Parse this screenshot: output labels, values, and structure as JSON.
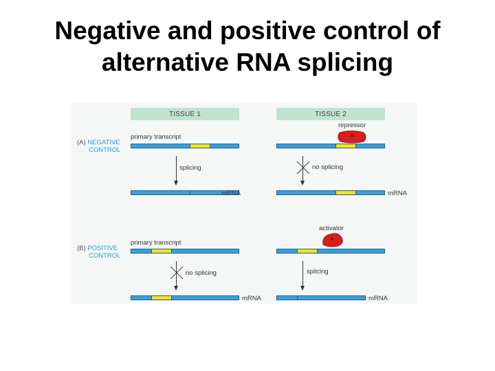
{
  "title": {
    "line1": "Negative and positive control of",
    "line2": "alternative RNA splicing"
  },
  "figure": {
    "tissue1": "TISSUE 1",
    "tissue2": "TISSUE 2",
    "panel_a": {
      "letter": "(A)",
      "word1": "NEGATIVE",
      "word2": "CONTROL"
    },
    "panel_b": {
      "letter": "(B)",
      "word1": "POSITIVE",
      "word2": "CONTROL"
    },
    "primary_transcript": "primary transcript",
    "splicing": "splicing",
    "no_splicing": "no splicing",
    "mrna": "mRNA",
    "repressor": "repressor",
    "repressor_letter": "R",
    "activator": "activator",
    "activator_letter": "A"
  },
  "colors": {
    "exon": "#3aa0dd",
    "alternative_exon": "#f5e31c",
    "regulatory_protein": "#d81e1e",
    "header": "#bfe4d2",
    "panel_accent": "#3399cc"
  }
}
